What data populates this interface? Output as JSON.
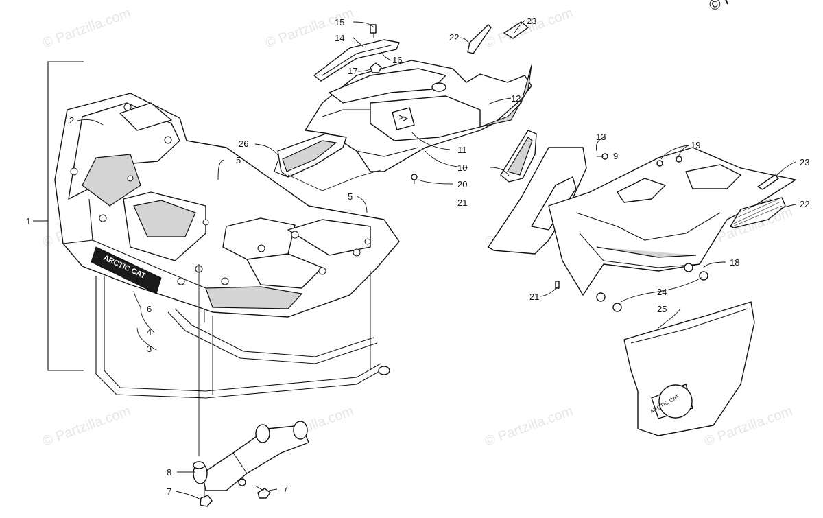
{
  "copyright": "© Partzilla.com",
  "watermark": "© Partzilla.com",
  "rack_decal": "ARCTIC CAT",
  "housing_decal": "ARCTIC CAT",
  "callouts": [
    "1",
    "2",
    "3",
    "4",
    "5",
    "5",
    "6",
    "7",
    "7",
    "8",
    "9",
    "10",
    "11",
    "12",
    "13",
    "14",
    "15",
    "16",
    "17",
    "18",
    "19",
    "20",
    "21",
    "21",
    "22",
    "22",
    "23",
    "23",
    "24",
    "25",
    "26"
  ]
}
